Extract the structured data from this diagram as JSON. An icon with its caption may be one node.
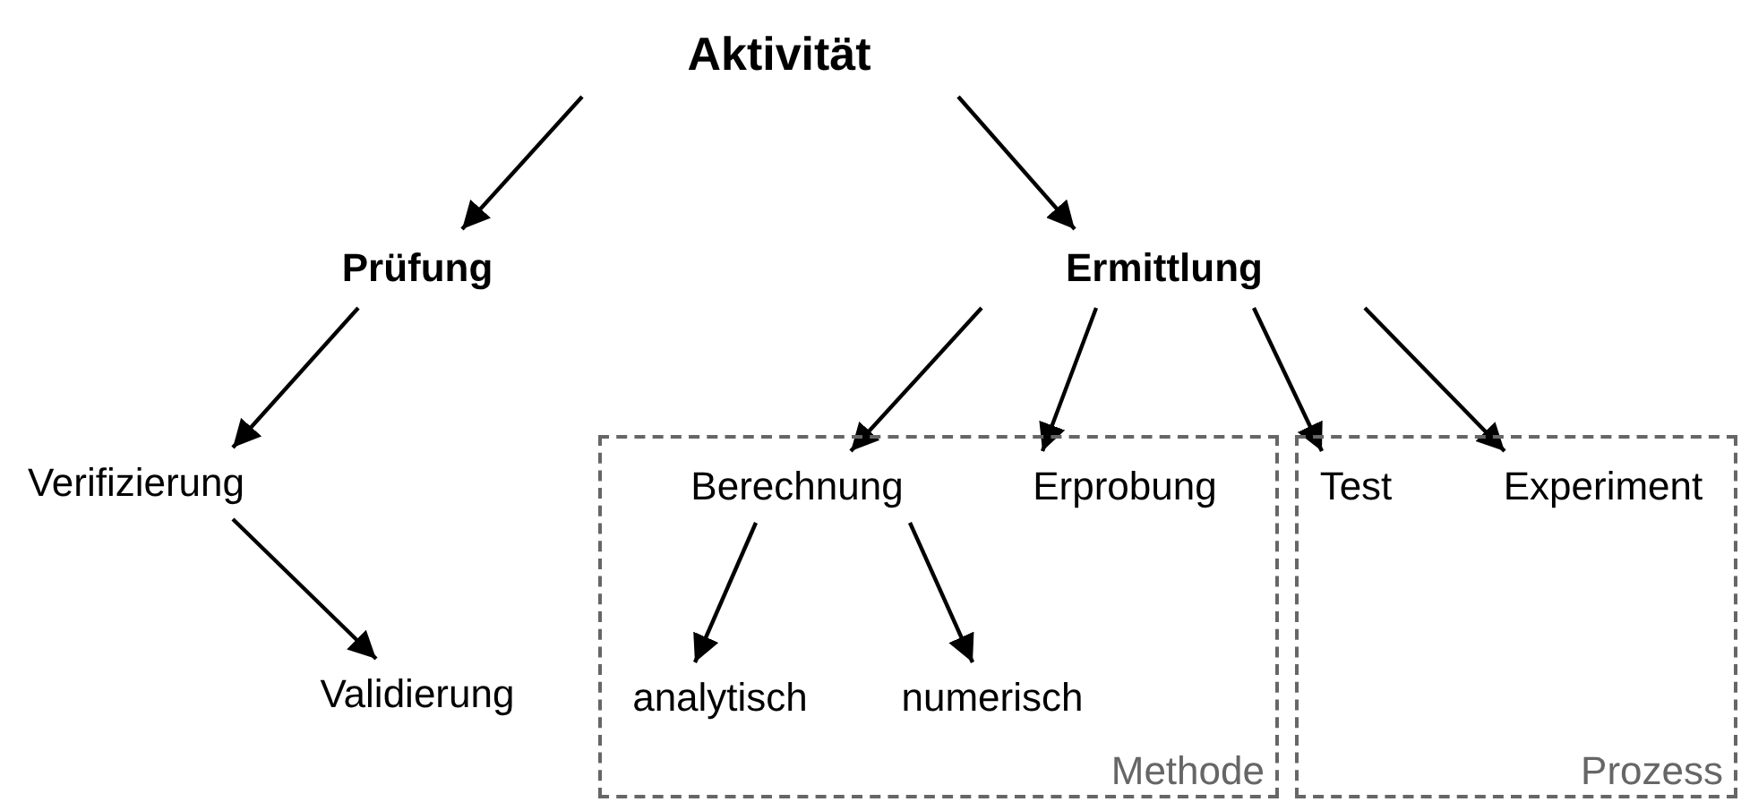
{
  "diagram": {
    "nodes": [
      {
        "text": [
          "Aktivität"
        ]
      },
      {
        "text": [
          "Prüfung"
        ]
      },
      {
        "text": [
          "Ermittlung"
        ]
      },
      {
        "text": [
          "Verifizierung"
        ]
      },
      {
        "text": [
          "Validierung"
        ]
      },
      {
        "text": [
          "Methode"
        ]
      },
      {
        "text": [
          "Berechnung"
        ],
        "in": 5
      },
      {
        "text": [
          "Erprobung"
        ],
        "in": 5
      },
      {
        "text": [
          "analytisch"
        ],
        "in": 5
      },
      {
        "text": [
          "numerisch"
        ],
        "in": 5
      },
      {
        "text": [
          "Prozess"
        ]
      },
      {
        "text": [
          "Test"
        ],
        "in": 10
      },
      {
        "text": [
          "Experiment"
        ],
        "in": 10
      }
    ],
    "edges": [
      {
        "from": 0,
        "to": 1,
        "arrow": "to"
      },
      {
        "from": 0,
        "to": 2,
        "arrow": "to"
      },
      {
        "from": 1,
        "to": 3,
        "arrow": "to"
      },
      {
        "from": 3,
        "to": 4,
        "arrow": "to"
      },
      {
        "from": 2,
        "to": 6,
        "arrow": "to"
      },
      {
        "from": 2,
        "to": 7,
        "arrow": "to"
      },
      {
        "from": 2,
        "to": 11,
        "arrow": "to"
      },
      {
        "from": 2,
        "to": 12,
        "arrow": "to"
      },
      {
        "from": 6,
        "to": 8,
        "arrow": "to"
      },
      {
        "from": 6,
        "to": 9,
        "arrow": "to"
      }
    ]
  }
}
